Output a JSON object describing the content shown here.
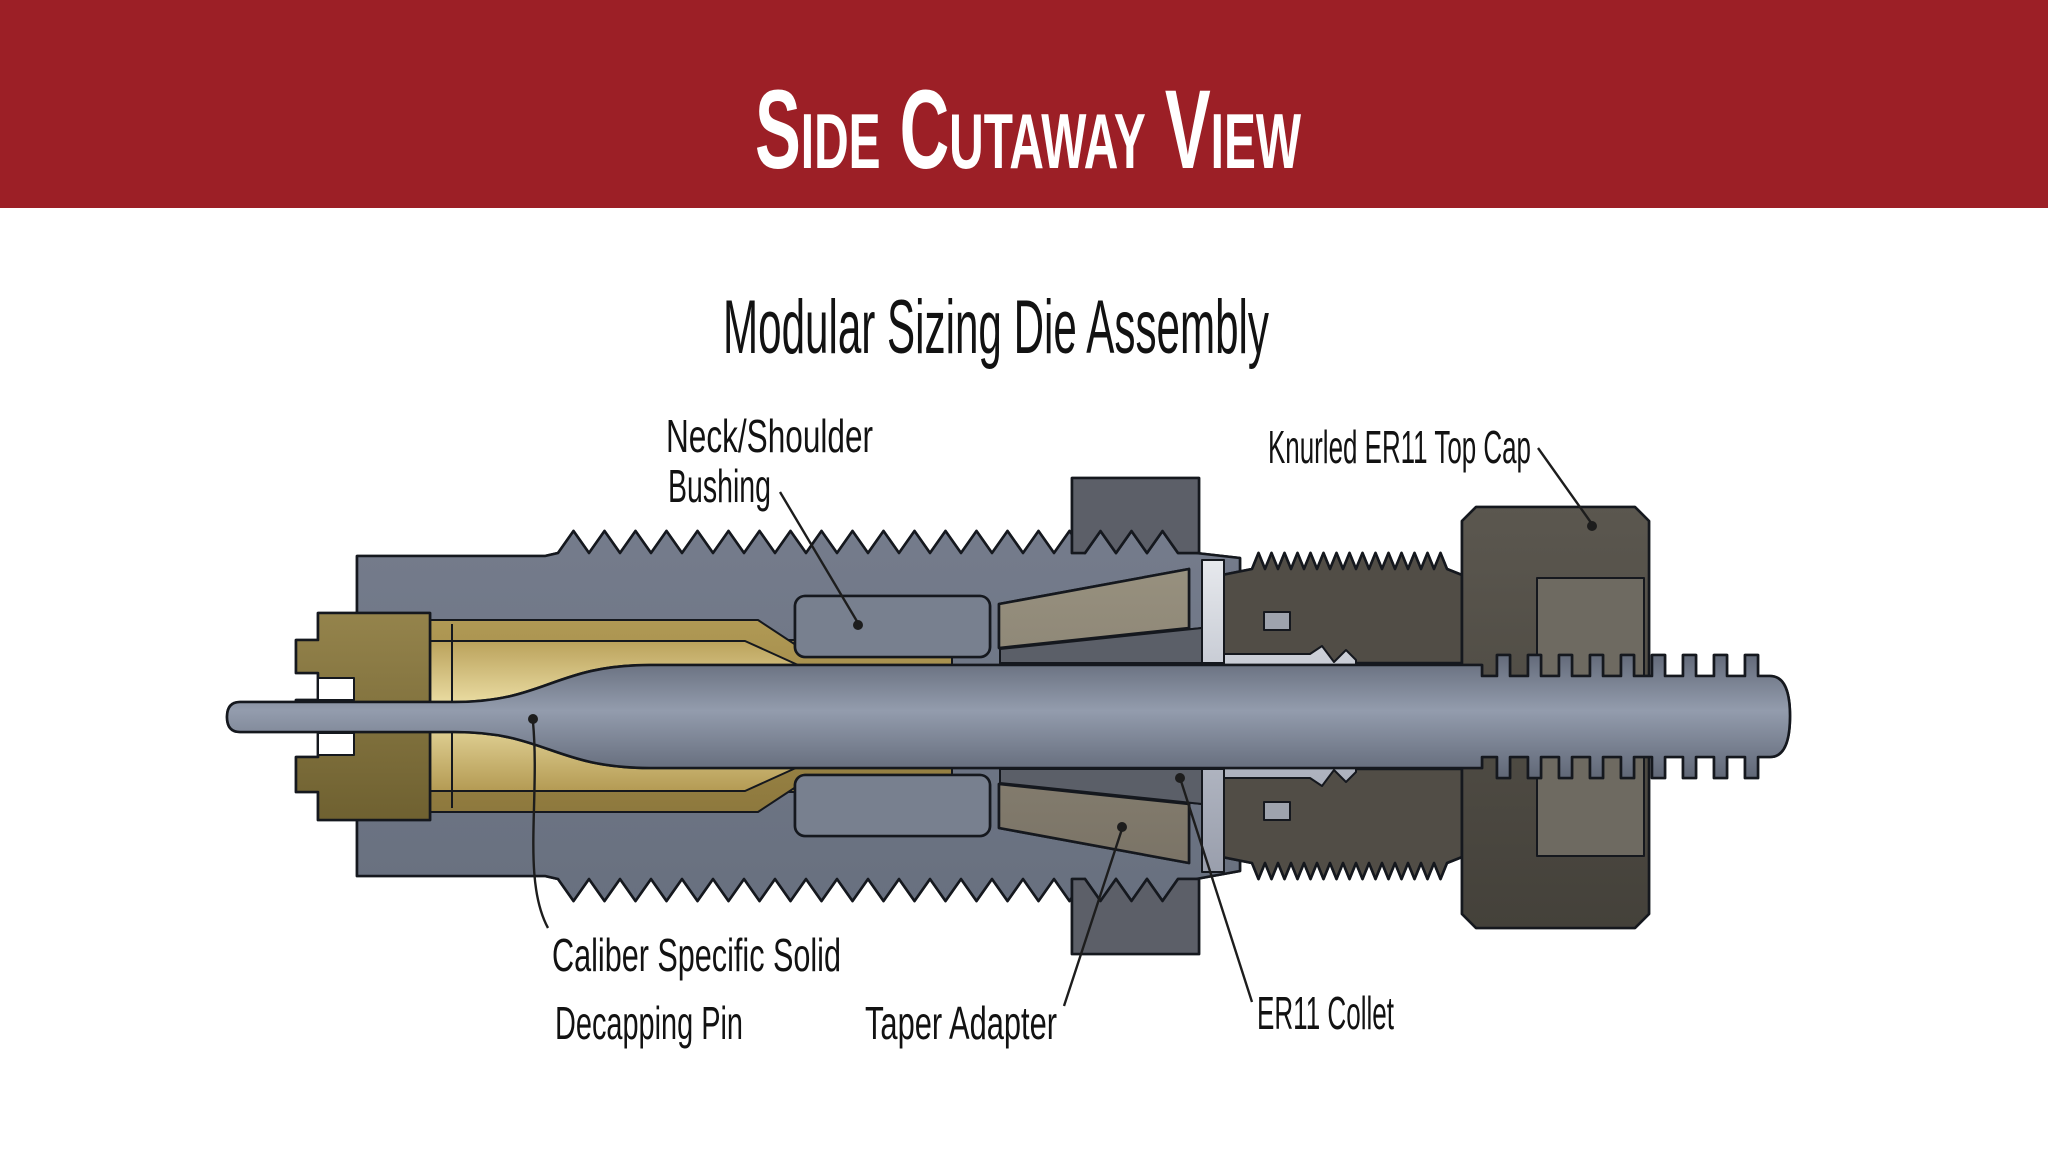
{
  "banner": {
    "title": "Side Cutaway View"
  },
  "diagram": {
    "subtitle": "Modular Sizing Die Assembly",
    "labels": {
      "bushing_line1": "Neck/Shoulder",
      "bushing_line2": "Bushing",
      "top_cap": "Knurled ER11 Top Cap",
      "decapping_pin_line1": "Caliber Specific Solid",
      "decapping_pin_line2": "Decapping Pin",
      "taper_adapter": "Taper Adapter",
      "collet": "ER11 Collet"
    }
  },
  "colors": {
    "background": "#FFFFFF",
    "banner_red": "#9C1F26",
    "ink": "#15181E",
    "label_ink": "#121212",
    "body_slate": "#6F7686",
    "hex_ring": "#5C5F68",
    "bushing_slate": "#78808F",
    "rod_slate": "#6A7182",
    "dark_wedge": "#5B5F68",
    "brass_wall": "#A8914E",
    "brass_light": "#D9C98C",
    "olive": "#8A7A45",
    "taper_tan": "#8A8375",
    "collet_silver": "#C6C9D0",
    "cap_dark": "#514D46",
    "cap_bore": "#6E6A61"
  }
}
